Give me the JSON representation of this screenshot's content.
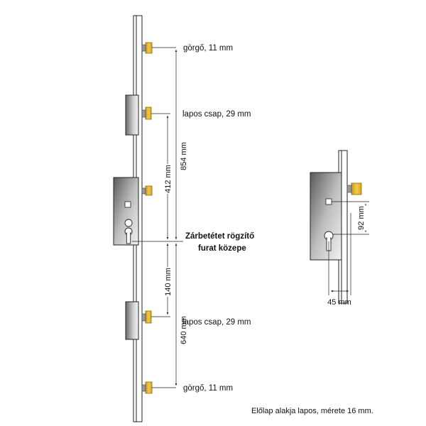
{
  "labels": {
    "roller_top": "görgő, 11 mm",
    "flat_pin_top": "lapos csap, 29 mm",
    "strike_hole_line1": "Zárbetétet rögzítő",
    "strike_hole_line2": "furat közepe",
    "flat_pin_bottom": "lapos csap, 29 mm",
    "roller_bottom": "görgő, 11 mm"
  },
  "dimensions": {
    "d854": "854 mm",
    "d412": "412 mm",
    "d140": "140 mm",
    "d640": "640 mm",
    "d92": "92 mm",
    "d45": "45 mm"
  },
  "note": "Előlap alakja lapos, mérete 16 mm.",
  "colors": {
    "brass": "#e7b52a",
    "brass_dark": "#b8860b",
    "steel_dark": "#6e6e6e",
    "steel_light": "#e6e6e6",
    "line": "#222222"
  }
}
